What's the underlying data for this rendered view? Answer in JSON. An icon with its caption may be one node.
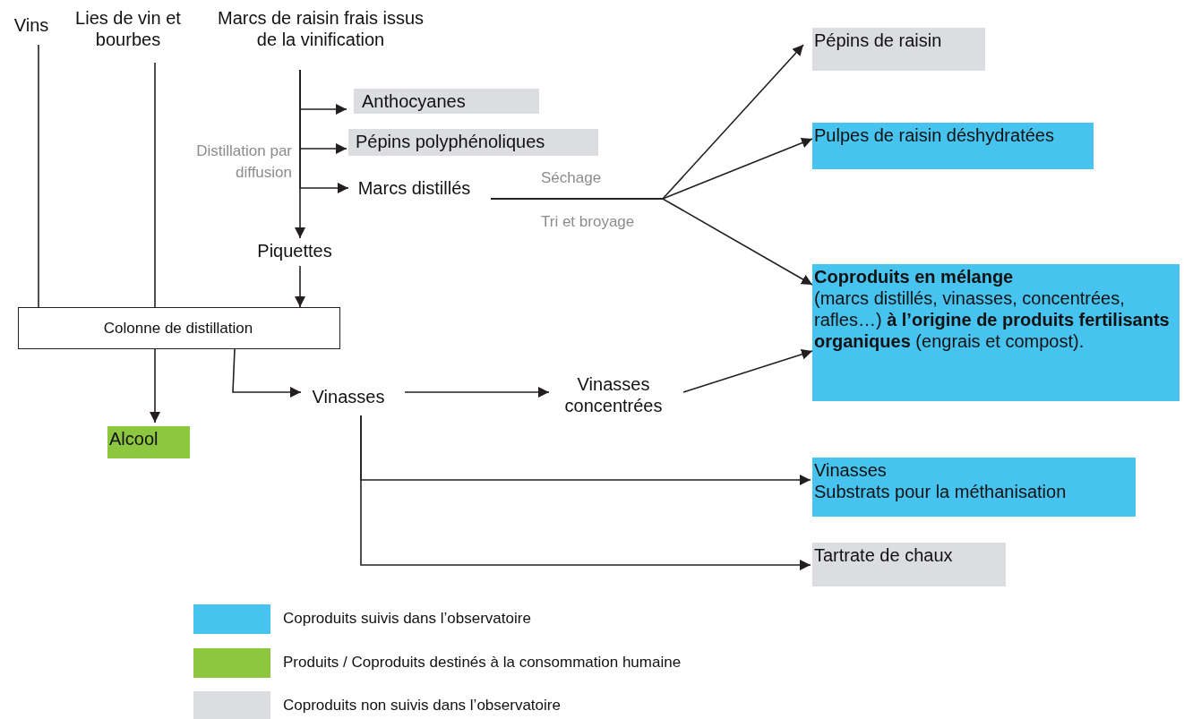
{
  "diagram": {
    "nodes": [
      {
        "text": [
          "Vins"
        ]
      },
      {
        "text": [
          "Lies de vin et bourbes"
        ]
      },
      {
        "text": [
          "Marcs de raisin frais issus de la vinification"
        ]
      },
      {
        "text": [
          "Anthocyanes"
        ]
      },
      {
        "text": [
          "Pépins polyphénoliques"
        ]
      },
      {
        "text": [
          "Marcs distillés"
        ]
      },
      {
        "text": [
          "Piquettes"
        ]
      },
      {
        "text": [
          "Colonne de distillation"
        ]
      },
      {
        "text": [
          "Alcool"
        ]
      },
      {
        "text": [
          "Vinasses"
        ]
      },
      {
        "text": [
          "Vinasses concentrées"
        ]
      },
      {
        "text": [
          "Pépins de raisin"
        ]
      },
      {
        "text": [
          "Pulpes de raisin déshydratées"
        ]
      },
      {
        "text": [
          "Coproduits en mélange",
          "(marcs distillés, vinasses, concentrées, rafles…) **à l’origine de produits fertilisants organiques** (engrais et compost)."
        ]
      },
      {
        "text": [
          "Vinasses",
          "Substrats pour la méthanisation"
        ]
      },
      {
        "text": [
          "Tartrate de chaux"
        ]
      }
    ],
    "edges": [
      {
        "from": 0,
        "to": 7,
        "arrow": "none"
      },
      {
        "from": 1,
        "to": 7,
        "arrow": "none"
      },
      {
        "from": 2,
        "to": 6,
        "arrow": "to"
      },
      {
        "from": 2,
        "to": 3,
        "arrow": "to"
      },
      {
        "from": 2,
        "to": 4,
        "arrow": "to"
      },
      {
        "from": 2,
        "to": 5,
        "arrow": "to"
      },
      {
        "from": 6,
        "to": 7,
        "arrow": "to"
      },
      {
        "from": 7,
        "to": 8,
        "arrow": "to"
      },
      {
        "from": 7,
        "to": 9,
        "arrow": "to"
      },
      {
        "from": 9,
        "to": 10,
        "arrow": "to"
      },
      {
        "from": 5,
        "to": 11,
        "arrow": "to"
      },
      {
        "from": 5,
        "to": 12,
        "arrow": "to"
      },
      {
        "from": 5,
        "to": 13,
        "arrow": "to"
      },
      {
        "from": 10,
        "to": 13,
        "arrow": "to"
      },
      {
        "from": 9,
        "to": 14,
        "arrow": "to"
      },
      {
        "from": 9,
        "to": 15,
        "arrow": "to"
      }
    ],
    "labels": [
      "Distillation par diffusion",
      "Séchage",
      "Tri et broyage"
    ],
    "legend": [
      {
        "text": "Coproduits suivis dans l’observatoire",
        "color": "#47c3ef"
      },
      {
        "text": "Produits / Coproduits destinés à la consommation humaine",
        "color": "#8dc63f"
      },
      {
        "text": "Coproduits non suivis dans l’observatoire",
        "color": "#dcdde0"
      }
    ]
  }
}
